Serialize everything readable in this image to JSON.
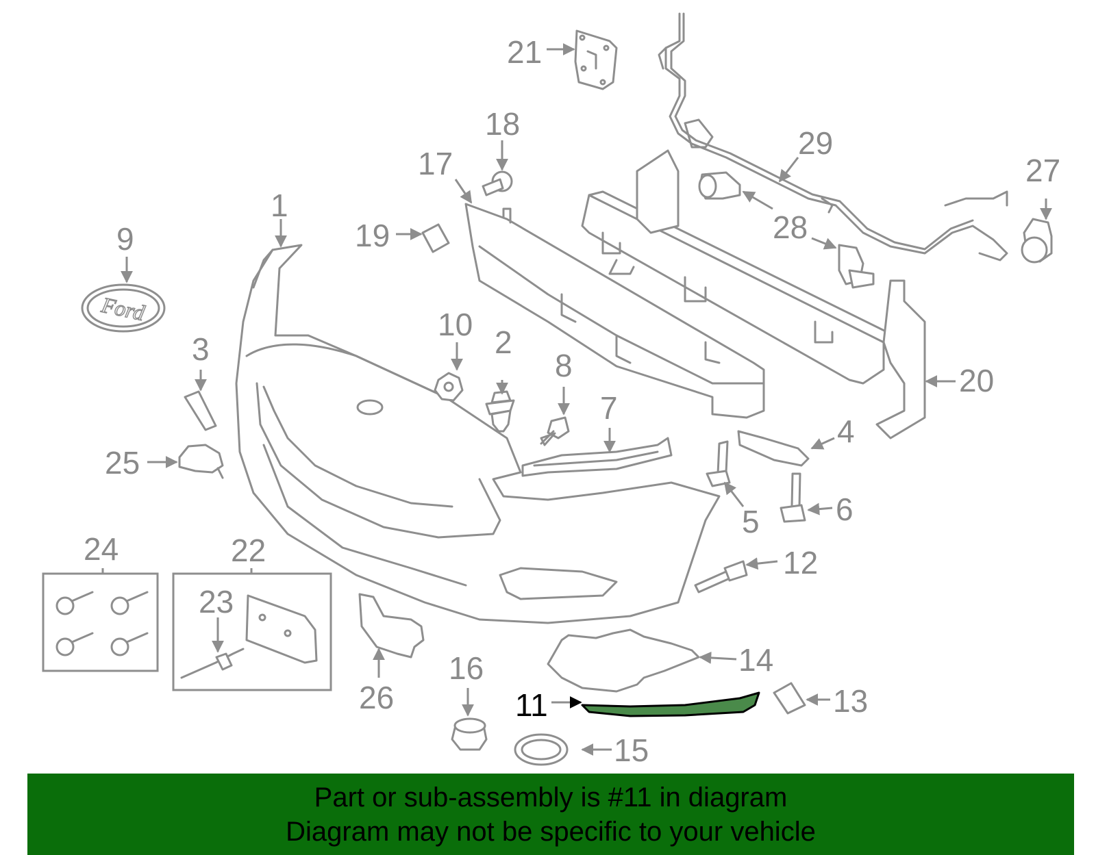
{
  "callouts": [
    {
      "id": "1",
      "label": "1"
    },
    {
      "id": "2",
      "label": "2"
    },
    {
      "id": "3",
      "label": "3"
    },
    {
      "id": "4",
      "label": "4"
    },
    {
      "id": "5",
      "label": "5"
    },
    {
      "id": "6",
      "label": "6"
    },
    {
      "id": "7",
      "label": "7"
    },
    {
      "id": "8",
      "label": "8"
    },
    {
      "id": "9",
      "label": "9"
    },
    {
      "id": "10",
      "label": "10"
    },
    {
      "id": "11",
      "label": "11"
    },
    {
      "id": "12",
      "label": "12"
    },
    {
      "id": "13",
      "label": "13"
    },
    {
      "id": "14",
      "label": "14"
    },
    {
      "id": "15",
      "label": "15"
    },
    {
      "id": "16",
      "label": "16"
    },
    {
      "id": "17",
      "label": "17"
    },
    {
      "id": "18",
      "label": "18"
    },
    {
      "id": "19",
      "label": "19"
    },
    {
      "id": "20",
      "label": "20"
    },
    {
      "id": "21",
      "label": "21"
    },
    {
      "id": "22",
      "label": "22"
    },
    {
      "id": "23",
      "label": "23"
    },
    {
      "id": "24",
      "label": "24"
    },
    {
      "id": "25",
      "label": "25"
    },
    {
      "id": "26",
      "label": "26"
    },
    {
      "id": "27",
      "label": "27"
    },
    {
      "id": "28",
      "label": "28"
    },
    {
      "id": "29",
      "label": "29"
    }
  ],
  "highlighted_part": "11",
  "emblem_text": "Ford",
  "banner": {
    "line1": "Part or sub-assembly is #11 in diagram",
    "line2": "Diagram may not be specific to your vehicle"
  },
  "colors": {
    "banner_bg": "#0a6e0a",
    "highlight": "#4a8a4a",
    "line_art": "#8e8e8e"
  }
}
